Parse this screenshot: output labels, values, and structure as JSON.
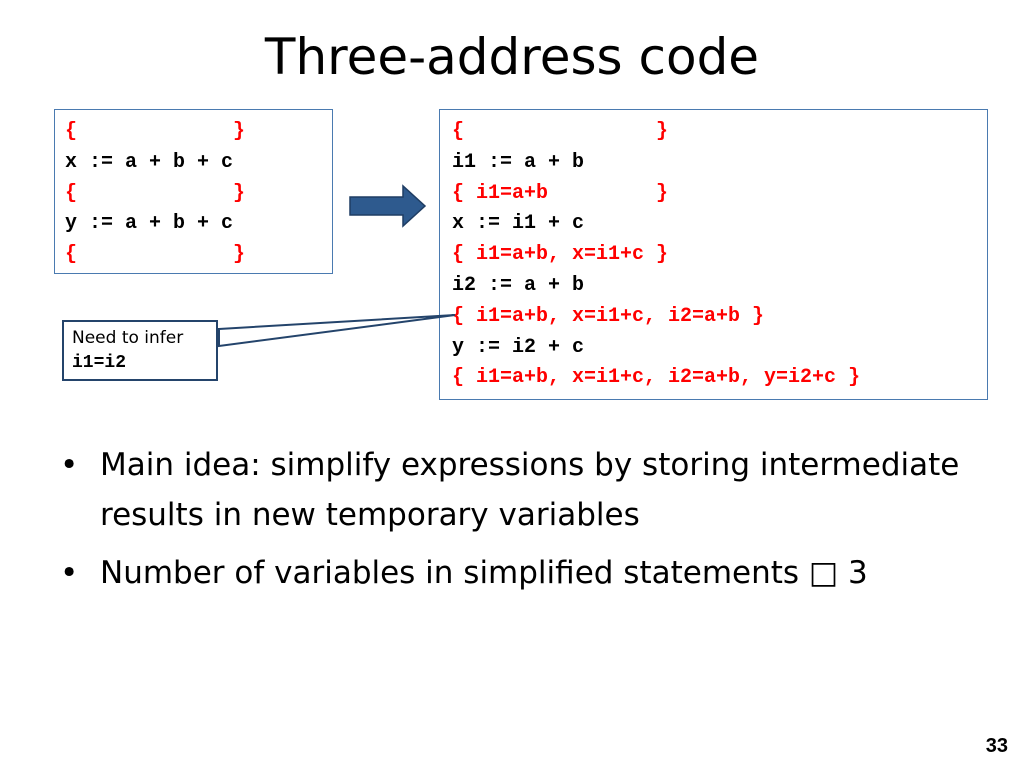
{
  "title": "Three-address code",
  "left_code": [
    {
      "text": "{             }",
      "color": "red"
    },
    {
      "text": "x := a + b + c",
      "color": "black"
    },
    {
      "text": "{             }",
      "color": "red"
    },
    {
      "text": "y := a + b + c",
      "color": "black"
    },
    {
      "text": "{             }",
      "color": "red"
    }
  ],
  "right_code": [
    {
      "text": "{                }",
      "color": "red"
    },
    {
      "text": "i1 := a + b",
      "color": "black"
    },
    {
      "text": "{ i1=a+b         }",
      "color": "red"
    },
    {
      "text": "x := i1 + c",
      "color": "black"
    },
    {
      "text": "{ i1=a+b, x=i1+c }",
      "color": "red"
    },
    {
      "text": "i2 := a + b",
      "color": "black"
    },
    {
      "text": "{ i1=a+b, x=i1+c, i2=a+b }",
      "color": "red"
    },
    {
      "text": "y := i2 + c",
      "color": "black"
    },
    {
      "text": "{ i1=a+b, x=i1+c, i2=a+b, y=i2+c }",
      "color": "red"
    }
  ],
  "callout": {
    "line1": "Need to infer",
    "line2": "i1=i2"
  },
  "bullets": [
    {
      "text": "Main idea: simplify expressions by storing intermediate results in new temporary variables"
    },
    {
      "text": "Number of variables in simplified statements □ 3"
    }
  ],
  "bullet_symbol": "•",
  "page_number": "33",
  "colors": {
    "red": "#ff0000",
    "black": "#000000",
    "box_border": "#4a7ab0",
    "arrow_fill": "#2e5a8e",
    "arrow_stroke": "#1f3d63"
  }
}
